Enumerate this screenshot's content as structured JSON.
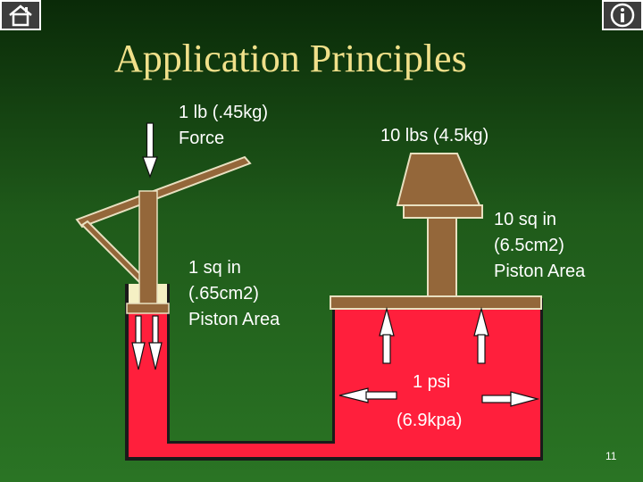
{
  "slide": {
    "title": "Application Principles",
    "page_number": "11"
  },
  "labels": {
    "input_force": [
      "1 lb (.45kg)",
      "Force"
    ],
    "output_weight": "10 lbs (4.5kg)",
    "small_piston": [
      "1 sq in",
      "(.65cm2)",
      "Piston Area"
    ],
    "large_piston": [
      "10 sq in",
      "(6.5cm2)",
      "Piston Area"
    ],
    "pressure": [
      "1 psi",
      "(6.9kpa)"
    ]
  },
  "colors": {
    "fluid": "#ff1f3c",
    "piston": "#94673a",
    "title": "#f0e08a"
  },
  "nav": {
    "home_icon": "home-icon",
    "info_icon": "info-icon"
  }
}
